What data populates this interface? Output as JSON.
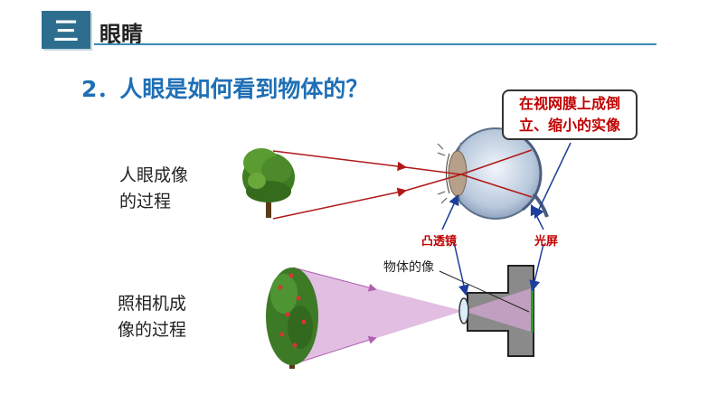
{
  "header": {
    "section_number": "三",
    "section_title": "眼睛"
  },
  "question": "2．人眼是如何看到物体的？",
  "callout": "在视网膜上成倒立、缩小的实像",
  "labels": {
    "eye_process": "人眼成像的过程",
    "camera_process": "照相机成像的过程",
    "convex_lens": "凸透镜",
    "light_screen": "光屏",
    "object_image": "物体的像"
  },
  "colors": {
    "section_box": "#2d6e8e",
    "rule": "#3b8bb5",
    "question": "#1f6fb5",
    "ray": "#b01818",
    "callout_text": "#c00000",
    "label_red": "#c00000",
    "cone": "#d8a8d8",
    "pointer": "#1d3f9c"
  }
}
